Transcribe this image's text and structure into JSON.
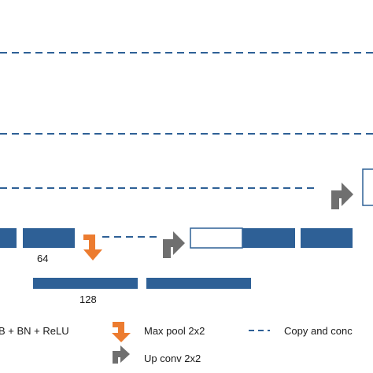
{
  "diagram": {
    "feature_labels": {
      "block_64": "64",
      "block_128": "128"
    },
    "legend": {
      "conv_label": "B + BN + ReLU",
      "maxpool_label": "Max pool 2x2",
      "upconv_label": "Up conv 2x2",
      "copy_label": "Copy and conc"
    },
    "colors": {
      "block": "#2e6096",
      "copy_line": "#2e6096",
      "maxpool_arrow": "#ec7c30",
      "upconv_arrow": "#6f6f6f"
    }
  }
}
